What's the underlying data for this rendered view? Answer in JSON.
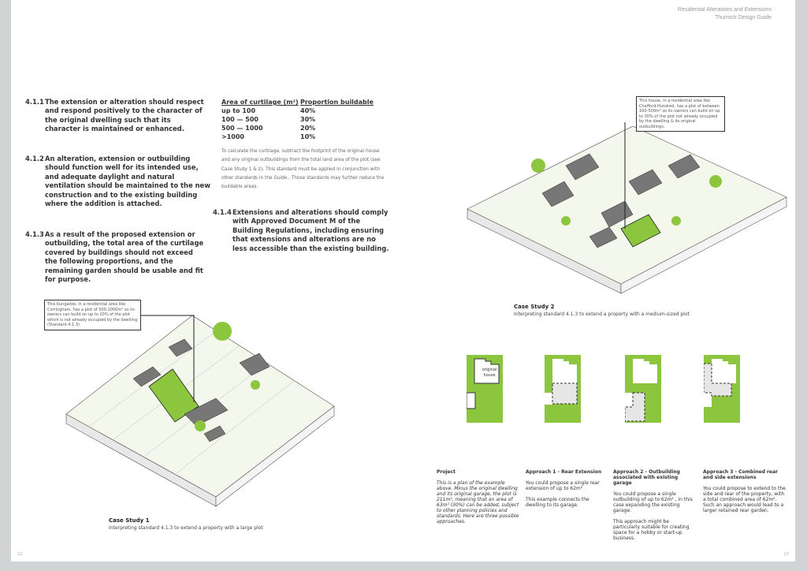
{
  "header": {
    "line1": "Residential Alterations and Extensions",
    "line2": "Thurrock Design Guide"
  },
  "standards": [
    {
      "num": "4.1.1",
      "text": "The extension or alteration should respect and respond positively to the character of the original dwelling such that its character is maintained or enhanced."
    },
    {
      "num": "4.1.2",
      "text": "An alteration, extension or outbuilding should function well for its intended use, and adequate daylight and natural ventilation should be maintained to the new construction and to the existing building where the addition is attached."
    },
    {
      "num": "4.1.3",
      "text": "As a result of the proposed extension or outbuilding, the total area of the curtilage covered by buildings should not exceed the following proportions, and the remaining garden should be usable and fit for purpose."
    },
    {
      "num": "4.1.4",
      "text": "Extensions and alterations should comply with Approved Document M of the Building Regulations, including ensuring that extensions and alterations are no less accessible than the existing building."
    }
  ],
  "table": {
    "headers": [
      "Area of curtilage (m²)",
      "Proportion buildable"
    ],
    "rows": [
      [
        "up to 100",
        "40%"
      ],
      [
        "100 — 500",
        "30%"
      ],
      [
        "500 — 1000",
        "20%"
      ],
      [
        ">1000",
        "10%"
      ]
    ]
  },
  "curtilage_note": "To calculate the curtilage, subtract the footprint of the original house and any original outbuildings from the total land area of the plot (see Case Study 1 & 2). This standard must  be applied in conjunction with other standards in the Guide.. Those standards may further reduce the buildable areas.",
  "case1": {
    "callout": "This bungalow, in a residential area like Corringham, has a plot of 500-1000m² so its owners can build on up to 20% of the plot which is not already occupied by the dwelling (Standard 4.1.3)",
    "title": "Case Study 1",
    "subtitle": "Interpreting standard 4.1.3 to extend a property with a large plot"
  },
  "case2": {
    "callout": "This house, in a residential area like Chafford Hundred, has a plot of between 100-500m² so its owners can build on up to 30% of the plot not already occupied by the dwelling & its original outbuildings.",
    "title": "Case Study 2",
    "subtitle": "Interpreting standard 4.1.3 to extend a property with a medium-sized plot",
    "plan_label": "original house"
  },
  "columns": [
    {
      "title": "Project",
      "paras": [
        "This is a plan of the example above. Minus the original dwelling and its original garage, the plot is 211m², meaning that an area of 63m² (30%) can be added, subject to other planning policies and standards. Here are three possible approaches."
      ]
    },
    {
      "title": "Approach 1 - Rear Extension",
      "paras": [
        "You could propose a single rear extension of up to 62m²",
        "This example connects the dwelling to its garage."
      ]
    },
    {
      "title": "Approach 2 - Outbuilding associated with existing garage",
      "paras": [
        "You could propose a single outbuilding of up to 62m² , in this case expanding the existing garage.",
        "This approach might be particularly suitable for creating space for a hobby or start-up business."
      ]
    },
    {
      "title": "Approach 3 - Combined rear and side extensions",
      "paras": [
        "You could propose to extend to the side and rear of the property, with a total combined area of 62m². Such an approach would lead to a larger retained rear garden."
      ]
    }
  ],
  "page_numbers": {
    "left": "22",
    "right": "23"
  },
  "colors": {
    "green": "#8cc63f",
    "grass": "#dfeccb",
    "gray_bg": "#d2d3d5"
  }
}
